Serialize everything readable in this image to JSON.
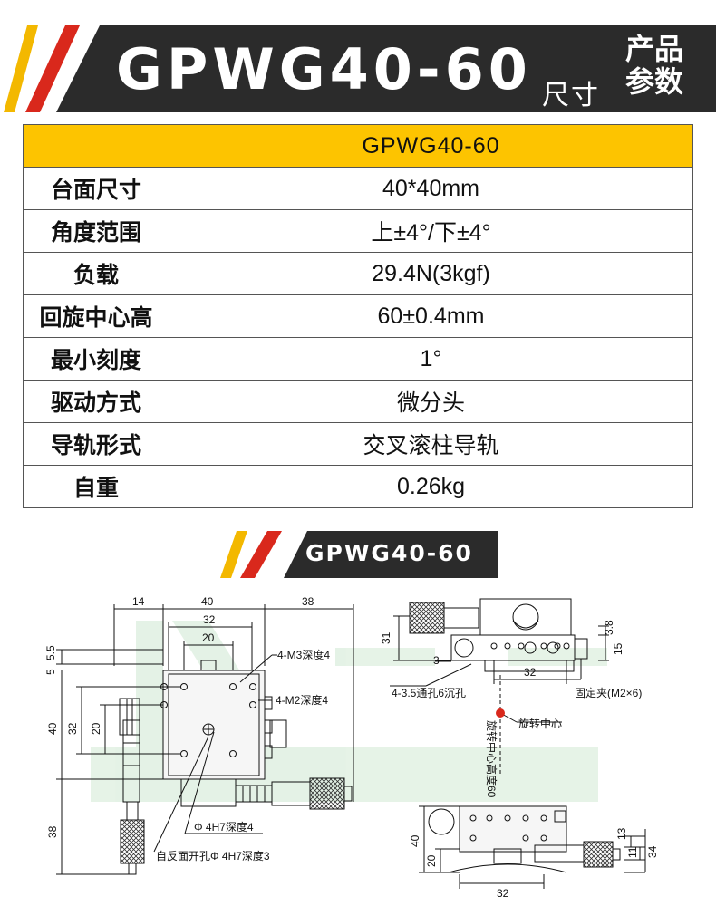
{
  "header": {
    "title": "GPWG40-60",
    "sub_label_1": "尺寸",
    "sub_label_2": "产品参数"
  },
  "spec_table": {
    "header_value": "GPWG40-60",
    "rows": [
      {
        "label": "台面尺寸",
        "value": "40*40mm"
      },
      {
        "label": "角度范围",
        "value": "上±4°/下±4°"
      },
      {
        "label": "负载",
        "value": "29.4N(3kgf)"
      },
      {
        "label": "回旋中心高",
        "value": "60±0.4mm"
      },
      {
        "label": "最小刻度",
        "value": "1°"
      },
      {
        "label": "驱动方式",
        "value": "微分头"
      },
      {
        "label": "导轨形式",
        "value": "交叉滚柱导轨"
      },
      {
        "label": "自重",
        "value": "0.26kg"
      }
    ]
  },
  "section_tag": {
    "title": "GPWG40-60"
  },
  "drawing": {
    "dims_top": {
      "d14": "14",
      "d40": "40",
      "d38": "38",
      "d32": "32",
      "d20": "20"
    },
    "dims_left": {
      "d5_5": "5.5",
      "d5": "5",
      "d40": "40",
      "d32": "32",
      "d20": "20",
      "d38": "38"
    },
    "notes": {
      "m3": "4-M3深度4",
      "m2": "4-M2深度4",
      "phi4": "Φ 4H7深度4",
      "back_hole": "自反面开孔Φ 4H7深度3"
    },
    "side_view": {
      "d31": "31",
      "d3": "3",
      "d32": "32",
      "d3_8": "3.8",
      "d15": "15",
      "holes_note": "4-3.5通孔6沉孔",
      "clamp_note": "固定夹(M2×6)",
      "center_label": "旋转中心",
      "height_label": "旋转中心高度",
      "height_value": "60"
    },
    "bottom_view": {
      "d40": "40",
      "d20": "20",
      "d32": "32",
      "d13": "13",
      "d11": "11",
      "d34": "34"
    },
    "colors": {
      "accent_red": "#d9281c",
      "accent_yellow": "#f3b800"
    }
  }
}
